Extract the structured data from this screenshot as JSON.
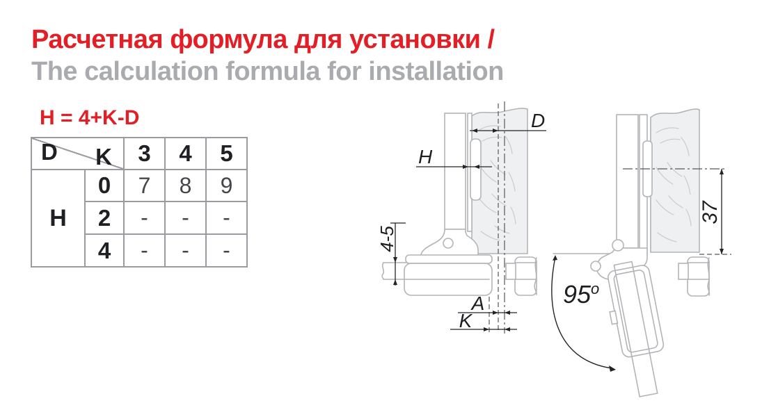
{
  "header": {
    "title_ru": "Расчетная формула для установки /",
    "title_en": "The calculation formula for installation"
  },
  "formula": "H = 4+K-D",
  "table": {
    "corner_row_label": "D",
    "corner_col_label": "K",
    "col_headers": [
      "3",
      "4",
      "5"
    ],
    "row_group_label": "H",
    "rows": [
      {
        "key": "0",
        "values": [
          "7",
          "8",
          "9"
        ]
      },
      {
        "key": "2",
        "values": [
          "-",
          "-",
          "-"
        ]
      },
      {
        "key": "4",
        "values": [
          "-",
          "-",
          "-"
        ]
      }
    ]
  },
  "diagram_closed": {
    "labels": {
      "h": "H",
      "d": "D",
      "plate_distance": "4-5",
      "a": "A",
      "k": "K"
    }
  },
  "diagram_open": {
    "labels": {
      "cup_center": "37",
      "angle_value": "95",
      "angle_unit": "o"
    }
  },
  "colors": {
    "accent_red": "#e31e24",
    "subtitle_gray": "#a9abae",
    "table_border_gray": "#9a9ba0",
    "drawing_gray": "#b2b4b7",
    "glass_fill": "#eff0f2",
    "dimension_black": "#222326"
  }
}
